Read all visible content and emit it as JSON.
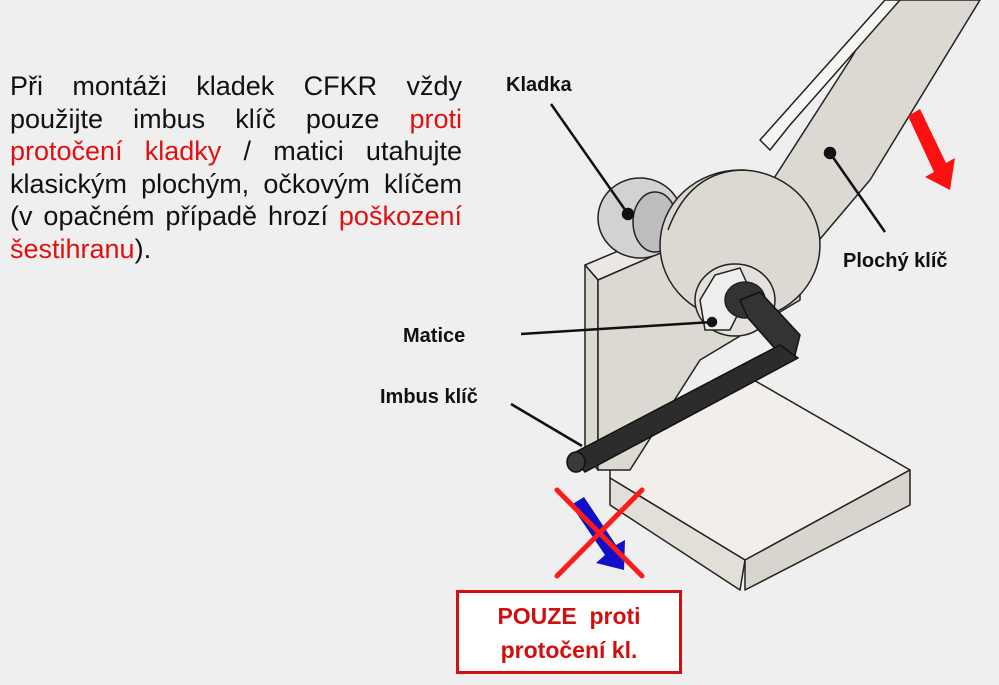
{
  "instruction": {
    "segments": [
      {
        "text": "Při montáži kladek CFKR vždy použijte imbus klíč pouze ",
        "color": "#111111"
      },
      {
        "text": "proti protočení kladky",
        "color": "#e01010"
      },
      {
        "text": " / matici utahujte klasickým plochým, očkovým klíčem (v opačném případě hrozí ",
        "color": "#111111"
      },
      {
        "text": "poškození šestihranu",
        "color": "#e01010"
      },
      {
        "text": ").",
        "color": "#111111"
      }
    ]
  },
  "labels": {
    "pulley": "Kladka",
    "flat_wrench": "Plochý klíč",
    "nut": "Matice",
    "hex_key": "Imbus klíč"
  },
  "note": {
    "line1": "POUZE  proti",
    "line2": "protočení kl."
  },
  "colors": {
    "background": "#efefef",
    "accent_red": "#e01010",
    "forbidden_arrow_blue": "#1010c8",
    "part_fill": "#dedad5",
    "hex_key": "#2a2a2a"
  },
  "arrows": [
    {
      "name": "wrench-direction",
      "color": "#ff1010",
      "direction": "down-right",
      "allowed": true
    },
    {
      "name": "hex-key-direction",
      "color": "#1010c8",
      "direction": "down-right",
      "allowed": false
    }
  ]
}
